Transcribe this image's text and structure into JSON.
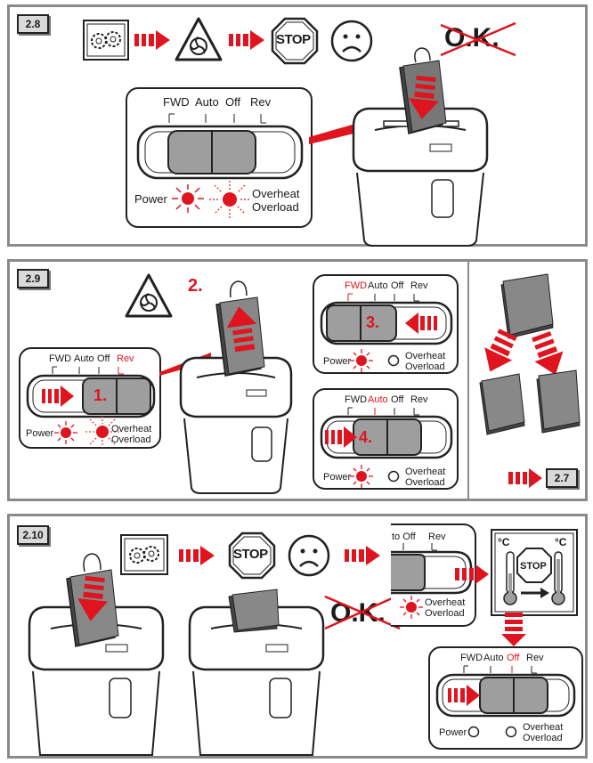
{
  "colors": {
    "accent": "#e0141e",
    "panel_border": "#8a8a8a",
    "tag_bg": "#d9d9d9"
  },
  "icons": [
    "gears-icon",
    "fan-warning-icon",
    "stop-sign-icon",
    "sad-face-icon",
    "thermometer-icon",
    "power-led-icon",
    "arrow-right-icon",
    "arrow-down-icon",
    "shredder-icon",
    "paper-stack-icon"
  ],
  "sections": {
    "s28": {
      "tag": "2.8",
      "ok_text": "O.K.",
      "stop_text": "STOP",
      "switch": {
        "fwd": "FWD",
        "auto": "Auto",
        "off": "Off",
        "rev": "Rev"
      },
      "power": "Power",
      "overheat": "Overheat",
      "overload": "Overload"
    },
    "s29": {
      "tag": "2.9",
      "step1": "1.",
      "step2": "2.",
      "step3": "3.",
      "step4": "4.",
      "switch": {
        "fwd": "FWD",
        "auto": "Auto",
        "off": "Off",
        "rev": "Rev"
      },
      "power": "Power",
      "overheat": "Overheat",
      "overload": "Overload",
      "next_tag": "2.7"
    },
    "s210": {
      "tag": "2.10",
      "ok_text": "O.K.",
      "stop_text": "STOP",
      "celsius": "°C",
      "partial_switch": {
        "auto_off": "to Off",
        "rev": "Rev"
      },
      "switch": {
        "fwd": "FWD",
        "auto": "Auto",
        "off": "Off",
        "rev": "Rev"
      },
      "power": "Power",
      "overheat": "Overheat",
      "overload": "Overload"
    }
  }
}
